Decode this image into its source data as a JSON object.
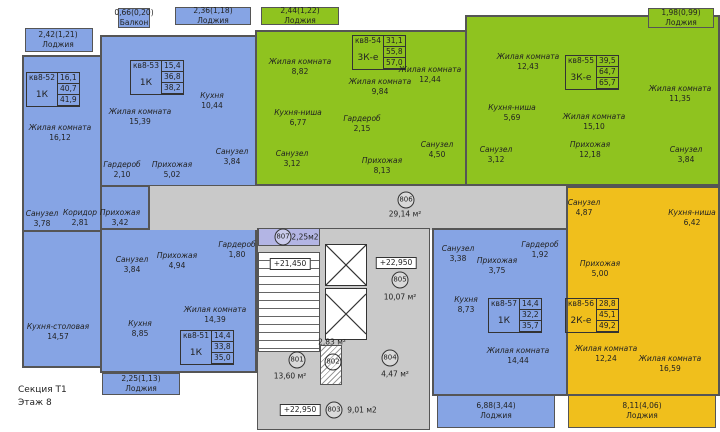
{
  "colors": {
    "one_room": "#86a4e4",
    "three_room": "#8fc31f",
    "two_room": "#f0bf1c",
    "common": "#c9c9c9",
    "service": "#b3b5e4"
  },
  "caption": {
    "section": "Секция Т1",
    "floor": "Этаж 8"
  },
  "outdoor": [
    {
      "area": "2,42(1,21)",
      "name": "Лоджия"
    },
    {
      "area": "0,66(0,20)",
      "name": "Балкон"
    },
    {
      "area": "2,36(1,18)",
      "name": "Лоджия"
    },
    {
      "area": "2,44(1,22)",
      "name": "Лоджия"
    },
    {
      "area": "1,98(0,99)",
      "name": "Лоджия"
    },
    {
      "area": "2,25(1,13)",
      "name": "Лоджия"
    },
    {
      "area": "6,88(3,44)",
      "name": "Лоджия"
    },
    {
      "area": "8,11(4,06)",
      "name": "Лоджия"
    }
  ],
  "apartments": [
    {
      "number": "кв8-52",
      "type": "1К",
      "living": "16,1",
      "total": "40,7",
      "total_with_loggia": "41,9"
    },
    {
      "number": "кв8-53",
      "type": "1К",
      "living": "15,4",
      "total": "36,8",
      "total_with_loggia": "38,2"
    },
    {
      "number": "кв8-54",
      "type": "3К-е",
      "living": "31,1",
      "total": "55,8",
      "total_with_loggia": "57,0"
    },
    {
      "number": "кв8-55",
      "type": "3К-е",
      "living": "39,5",
      "total": "64,7",
      "total_with_loggia": "65,7"
    },
    {
      "number": "кв8-51",
      "type": "1К",
      "living": "14,4",
      "total": "33,8",
      "total_with_loggia": "35,0"
    },
    {
      "number": "кв8-57",
      "type": "1К",
      "living": "14,4",
      "total": "32,2",
      "total_with_loggia": "35,7"
    },
    {
      "number": "кв8-56",
      "type": "2К-е",
      "living": "28,8",
      "total": "45,1",
      "total_with_loggia": "49,2"
    }
  ],
  "rooms": [
    {
      "name": "Жилая комната",
      "area": "16,12"
    },
    {
      "name": "Жилая комната",
      "area": "15,39"
    },
    {
      "name": "Кухня",
      "area": "10,44"
    },
    {
      "name": "Гардероб",
      "area": "2,10"
    },
    {
      "name": "Прихожая",
      "area": "5,02"
    },
    {
      "name": "Санузел",
      "area": "3,84"
    },
    {
      "name": "Жилая комната",
      "area": "8,82"
    },
    {
      "name": "Кухня-ниша",
      "area": "6,77"
    },
    {
      "name": "Санузел",
      "area": "3,12"
    },
    {
      "name": "Жилая комната",
      "area": "9,84"
    },
    {
      "name": "Гардероб",
      "area": "2,15"
    },
    {
      "name": "Прихожая",
      "area": "8,13"
    },
    {
      "name": "Жилая комната",
      "area": "12,44"
    },
    {
      "name": "Санузел",
      "area": "4,50"
    },
    {
      "name": "Жилая комната",
      "area": "12,43"
    },
    {
      "name": "Кухня-ниша",
      "area": "5,69"
    },
    {
      "name": "Санузел",
      "area": "3,12"
    },
    {
      "name": "Жилая комната",
      "area": "15,10"
    },
    {
      "name": "Прихожая",
      "area": "12,18"
    },
    {
      "name": "Жилая комната",
      "area": "11,35"
    },
    {
      "name": "Санузел",
      "area": "3,84"
    },
    {
      "name": "Санузел",
      "area": "4,87"
    },
    {
      "name": "Кухня-ниша",
      "area": "6,42"
    },
    {
      "name": "Прихожая",
      "area": "5,00"
    },
    {
      "name": "Жилая комната",
      "area": "12,24"
    },
    {
      "name": "Жилая комната",
      "area": "16,59"
    },
    {
      "name": "Санузел",
      "area": "3,38"
    },
    {
      "name": "Прихожая",
      "area": "3,75"
    },
    {
      "name": "Гардероб",
      "area": "1,92"
    },
    {
      "name": "Кухня",
      "area": "8,73"
    },
    {
      "name": "Жилая комната",
      "area": "14,44"
    },
    {
      "name": "Санузел",
      "area": "3,78"
    },
    {
      "name": "Коридор",
      "area": "2,81"
    },
    {
      "name": "Прихожая",
      "area": "3,42"
    },
    {
      "name": "Прихожая",
      "area": "4,94"
    },
    {
      "name": "Гардероб",
      "area": "1,80"
    },
    {
      "name": "Санузел",
      "area": "3,84"
    },
    {
      "name": "Жилая комната",
      "area": "14,39"
    },
    {
      "name": "Кухня",
      "area": "8,85"
    },
    {
      "name": "Кухня-столовая",
      "area": "14,57"
    }
  ],
  "common": [
    {
      "number": "806",
      "area": "29,14 м²"
    },
    {
      "number": "807",
      "area": "2,25м2"
    },
    {
      "number": "805",
      "area": "10,07 м²"
    },
    {
      "number": "804",
      "area": "4,47 м²"
    },
    {
      "number": "801",
      "area": "13,60 м²"
    },
    {
      "number": "802",
      "area": "2,83 м²"
    },
    {
      "number": "803",
      "area": "9,01 м2"
    }
  ],
  "levels": [
    "+21,450",
    "+22,950",
    "+22,950"
  ]
}
